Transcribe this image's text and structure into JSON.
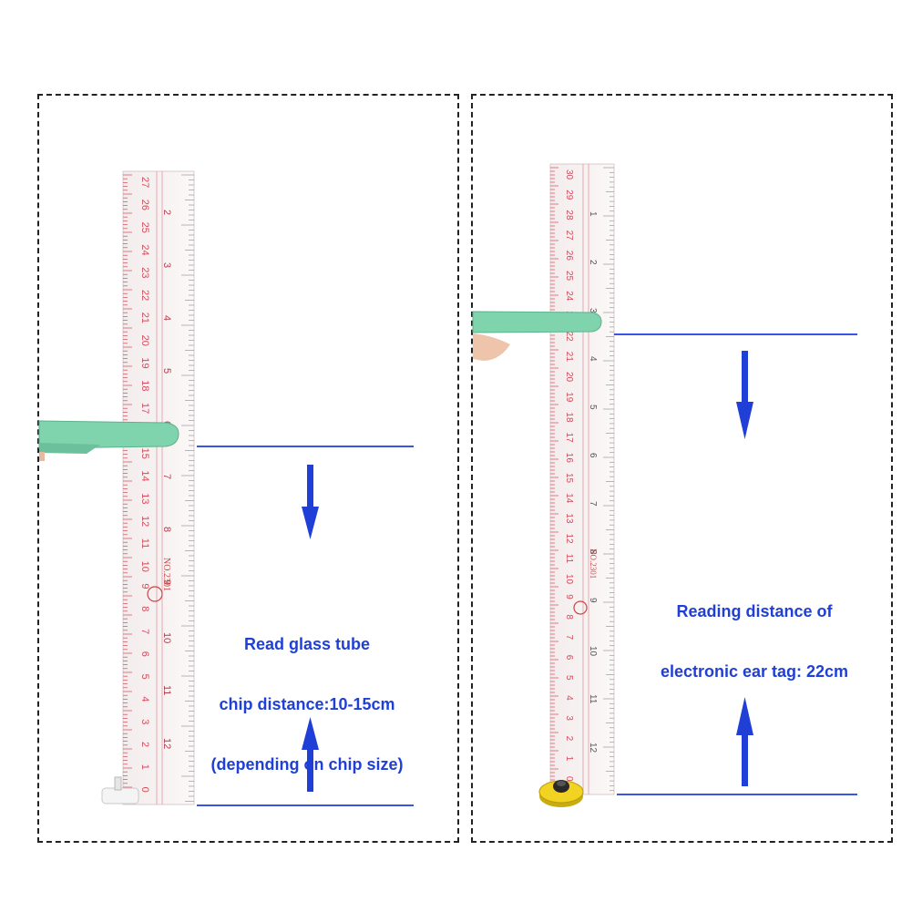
{
  "left_panel": {
    "caption_lines": [
      "Read glass tube",
      "chip distance:10-15cm",
      "(depending on chip size)"
    ],
    "ruler_model": "NO.2301"
  },
  "right_panel": {
    "caption_lines": [
      "Reading distance of",
      "electronic ear tag: 22cm"
    ],
    "ruler_model": "NO.2301"
  },
  "colors": {
    "guide_line": "#3b54e6",
    "arrow": "#1f3fd6",
    "ruler_ink": "#d44a5a",
    "reader": "#7fd3ad",
    "tag": "#f2d321"
  },
  "icons": [
    "reader-device-icon",
    "glass-tube-chip-icon",
    "ear-tag-icon",
    "arrow-down-icon",
    "arrow-up-icon"
  ]
}
